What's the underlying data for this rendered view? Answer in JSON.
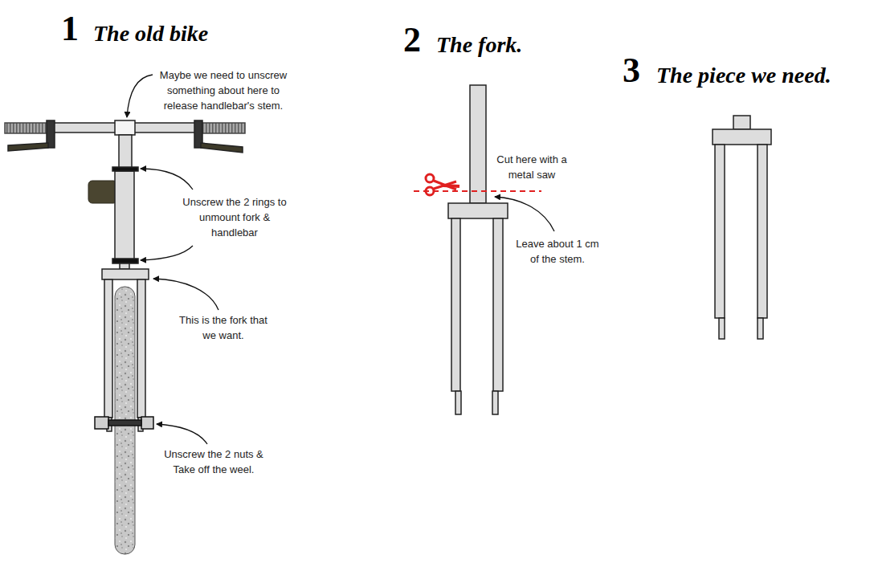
{
  "diagram": {
    "labels": [
      "1",
      "The old bike",
      "Maybe we need to unscrew something about here to release handlebar's stem.",
      "Unscrew the 2 rings to unmount fork & handlebar",
      "This is the fork that we want.",
      "Unscrew the 2 nuts & Take off the weel.",
      "2",
      "The fork.",
      "Cut here with a metal saw",
      "Leave about 1 cm of the stem.",
      "3",
      "The piece we need."
    ]
  }
}
